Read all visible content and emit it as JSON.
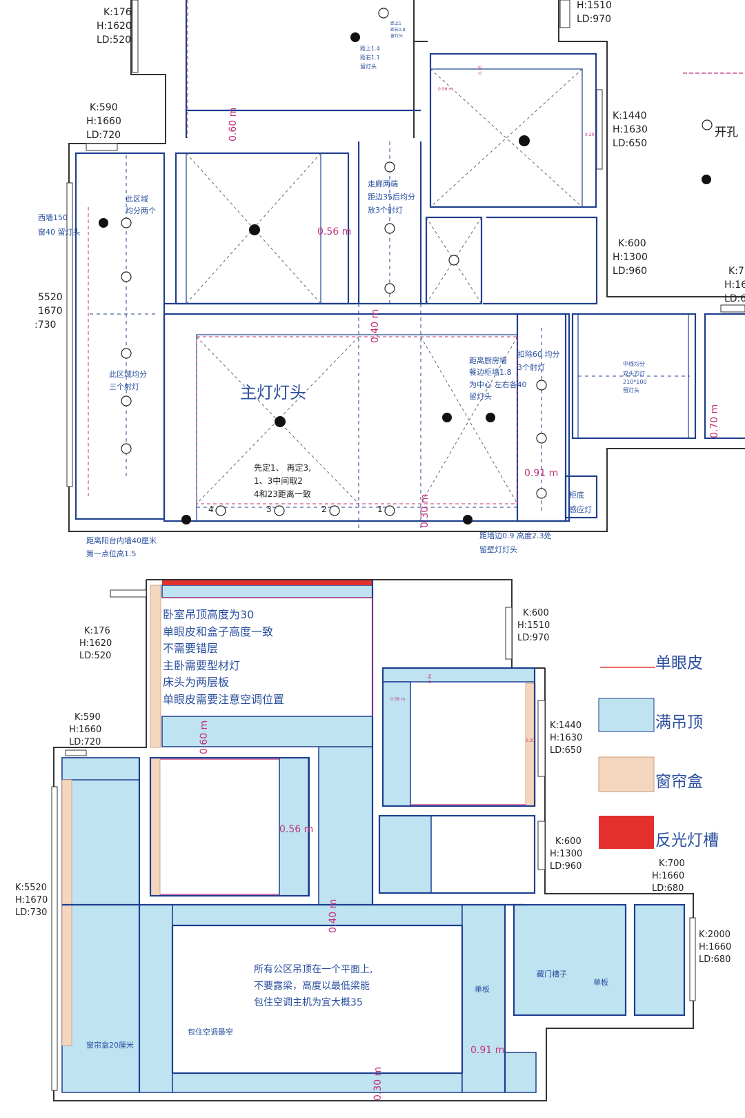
{
  "top_plan": {
    "dims": {
      "tl1": [
        "K:176",
        "H:1620",
        "LD:520"
      ],
      "tr1": [
        "H:1510",
        "LD:970"
      ],
      "l2": [
        "K:590",
        "H:1660",
        "LD:720"
      ],
      "r2": [
        "K:1440",
        "H:1630",
        "LD:650"
      ],
      "r3": [
        "K:600",
        "H:1300",
        "LD:960"
      ],
      "l3": [
        "5520",
        "1670",
        ":730"
      ],
      "r4": [
        "K:7",
        "H:16",
        "LD:6"
      ]
    },
    "notes": {
      "kaikong": "开孔",
      "top_small": [
        "距上1.4",
        "距右1.1",
        "留灯头"
      ],
      "top_small2": [
        "距上1",
        "距右0.8",
        "留灯头"
      ],
      "corridor": [
        "走廊两端",
        "距边35后均分",
        "放3个射灯"
      ],
      "west_wall": [
        "西墙150",
        "窗40 留灯头"
      ],
      "area_two": [
        "此区域",
        "均分两个"
      ],
      "area_three": [
        "此区域均分",
        "三个射灯"
      ],
      "main_light": "主灯灯头",
      "steps": [
        "先定1、 再定3,",
        "1、3中间取2",
        "4和23距离一致"
      ],
      "kitchen": [
        "距离厨房墙",
        "餐边柜墙1.8",
        "为中心 左右各40",
        "留灯头"
      ],
      "deduct": [
        "扣除60 均分",
        "3个射灯"
      ],
      "center": [
        "中线均分",
        "双头方灯",
        "210*100",
        "留灯头"
      ],
      "cabinet": [
        "柜底",
        "感应灯"
      ],
      "balcony": [
        "距离阳台内墙40厘米",
        "第一点位高1.5"
      ],
      "wall_lamp": [
        "距墙边0.9 高度2.3处",
        "留壁灯灯头"
      ],
      "ticks": [
        "4",
        "3",
        "2",
        "1"
      ]
    },
    "measures": {
      "m060": "0.60 m",
      "m056": "0.56 m",
      "m040": "0.40 m",
      "m091": "0.91 m",
      "m030": "0.30 m",
      "m070": "0.70 m",
      "m056s": "0.56 m",
      "m035": "0.35",
      "m020": "0.20"
    }
  },
  "bottom_plan": {
    "dims": {
      "tl1": [
        "K:176",
        "H:1620",
        "LD:520"
      ],
      "tr1": [
        "K:600",
        "H:1510",
        "LD:970"
      ],
      "l2": [
        "K:590",
        "H:1660",
        "LD:720"
      ],
      "r2": [
        "K:1440",
        "H:1630",
        "LD:650"
      ],
      "r3": [
        "K:600",
        "H:1300",
        "LD:960"
      ],
      "l3": [
        "K:5520",
        "H:1670",
        "LD:730"
      ],
      "r4": [
        "K:700",
        "H:1660",
        "LD:680"
      ],
      "r5": [
        "K:2000",
        "H:1660",
        "LD:680"
      ]
    },
    "bedroom_notes": [
      "卧室吊顶高度为30",
      "单眼皮和盒子高度一致",
      "不需要错层",
      "主卧需要型材灯",
      "床头为两层板",
      "单眼皮需要注意空调位置"
    ],
    "public_notes": [
      "所有公区吊顶在一个平面上,",
      "不要露梁，高度以最低梁能",
      "包住空调主机为宜大概35"
    ],
    "labels": {
      "ac": "包住空调最窄",
      "curtain20": "窗帘盒20厘米",
      "shanban1": "单板",
      "shanban2": "单板",
      "door_slot": "藏门槽子"
    },
    "measures": {
      "m060": "0.60 m",
      "m056": "0.56 m",
      "m040": "0.40 m",
      "m091": "0.91 m",
      "m030": "0.30 m",
      "m056s": "0.56 m",
      "m035": "0.35",
      "m020": "0.20"
    }
  },
  "legend": [
    {
      "label": "单眼皮",
      "kind": "line",
      "color": "#e03a3a"
    },
    {
      "label": "满吊顶",
      "kind": "box",
      "color": "#bfe3f1"
    },
    {
      "label": "窗帘盒",
      "kind": "box",
      "color": "#f3d6bd"
    },
    {
      "label": "反光灯槽",
      "kind": "box",
      "color": "#e3302f"
    }
  ]
}
